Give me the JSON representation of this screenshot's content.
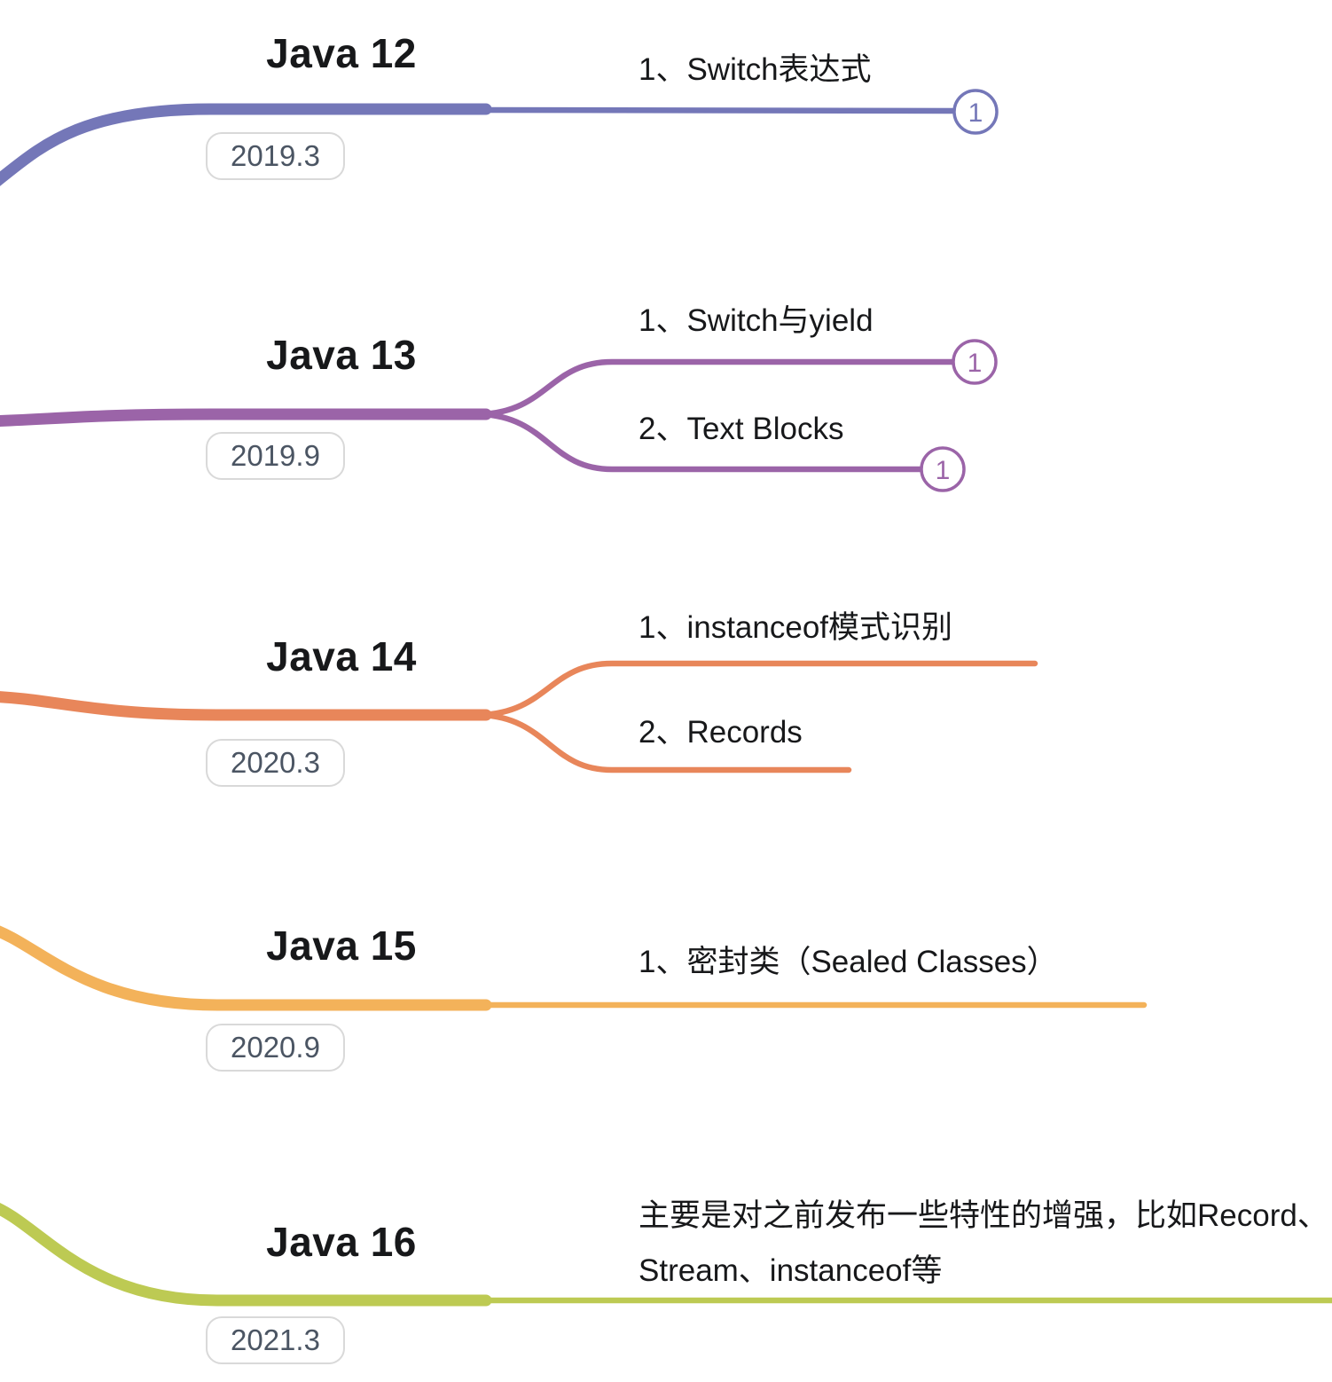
{
  "diagram": {
    "kind": "mindmap-branches",
    "rows": [
      {
        "title": "Java 12",
        "date": "2019.3",
        "color": "#7477b8",
        "children": [
          {
            "text": "1、Switch表达式",
            "badge": "1"
          }
        ]
      },
      {
        "title": "Java 13",
        "date": "2019.9",
        "color": "#9b64a8",
        "children": [
          {
            "text": "1、Switch与yield",
            "badge": "1"
          },
          {
            "text": "2、Text Blocks",
            "badge": "1"
          }
        ]
      },
      {
        "title": "Java 14",
        "date": "2020.3",
        "color": "#e8865a",
        "children": [
          {
            "text": "1、instanceof模式识别"
          },
          {
            "text": "2、Records"
          }
        ]
      },
      {
        "title": "Java 15",
        "date": "2020.9",
        "color": "#f3b25a",
        "children": [
          {
            "text": "1、密封类（Sealed Classes）"
          }
        ]
      },
      {
        "title": "Java 16",
        "date": "2021.3",
        "color": "#bdca53",
        "children": [
          {
            "text": "主要是对之前发布一些特性的增强，比如Record、Stream、instanceof等"
          }
        ]
      }
    ]
  }
}
